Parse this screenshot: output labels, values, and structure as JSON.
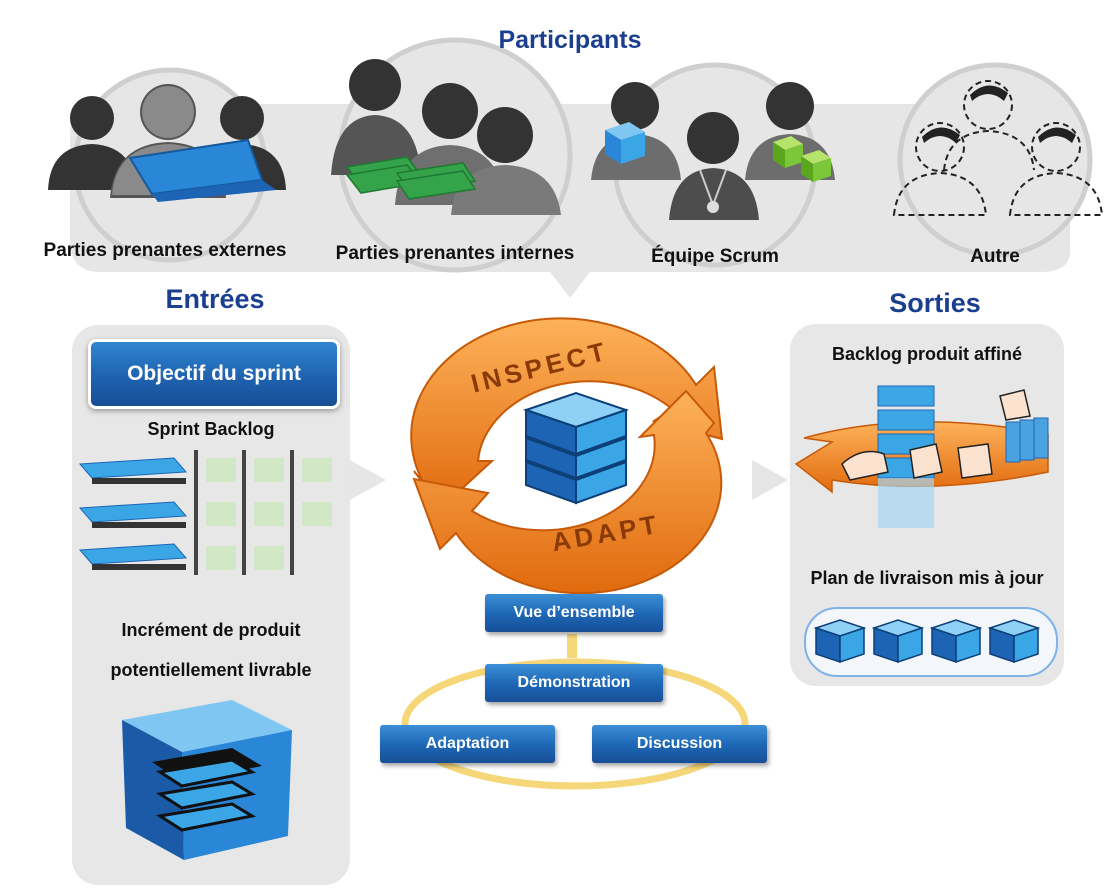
{
  "participants": {
    "title": "Participants",
    "groups": [
      {
        "label": "Parties prenantes externes"
      },
      {
        "label": "Parties prenantes internes"
      },
      {
        "label": "Équipe Scrum"
      },
      {
        "label": "Autre"
      }
    ]
  },
  "inputs": {
    "title": "Entrées",
    "objective": "Objectif du sprint",
    "backlog": "Sprint Backlog",
    "increment_line1": "Incrément de produit",
    "increment_line2": "potentiellement livrable"
  },
  "cycle": {
    "inspect": "INSPECT",
    "adapt": "ADAPT",
    "steps": {
      "overview": "Vue d’ensemble",
      "demo": "Démonstration",
      "adaptation": "Adaptation",
      "discussion": "Discussion"
    }
  },
  "outputs": {
    "title": "Sorties",
    "backlog": "Backlog produit affiné",
    "release_plan": "Plan de livraison mis à jour"
  },
  "colors": {
    "title_blue": "#1b3f8f",
    "arrow_orange": "#f28a1e",
    "step_blue": "#1d65b4",
    "cube_blue": "#3aa6e6",
    "ring_yellow": "#f5d77a"
  }
}
